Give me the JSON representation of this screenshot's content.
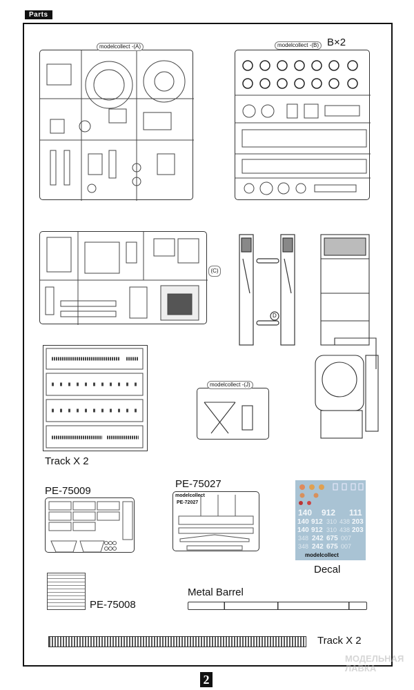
{
  "header": {
    "section_label": "Parts"
  },
  "sprues": {
    "a_label": "A",
    "b_label": "B",
    "b_count": "B×2",
    "c_label": "C",
    "d_label": "D",
    "j_label": "J",
    "brand": "modelcollect"
  },
  "labels": {
    "track_sprue": "Track X 2",
    "pe1": "PE-75009",
    "pe2": "PE-75027",
    "pe2_inner": "PE-72027",
    "pe3": "PE-75008",
    "decal": "Decal",
    "barrel": "Metal Barrel",
    "track_link": "Track X 2"
  },
  "decal": {
    "rows": [
      [
        "140",
        "912",
        "111"
      ],
      [
        "140",
        "912",
        "310",
        "438",
        "203"
      ],
      [
        "140",
        "912",
        "310",
        "438",
        "203"
      ],
      [
        "348",
        "242",
        "675",
        "007"
      ],
      [
        "348",
        "242",
        "675",
        "007"
      ]
    ],
    "brand": "modelcollect"
  },
  "page_number": "2",
  "watermark": {
    "line1": "МОДЕЛЬНАЯ",
    "line2": "ЛАВКА"
  }
}
